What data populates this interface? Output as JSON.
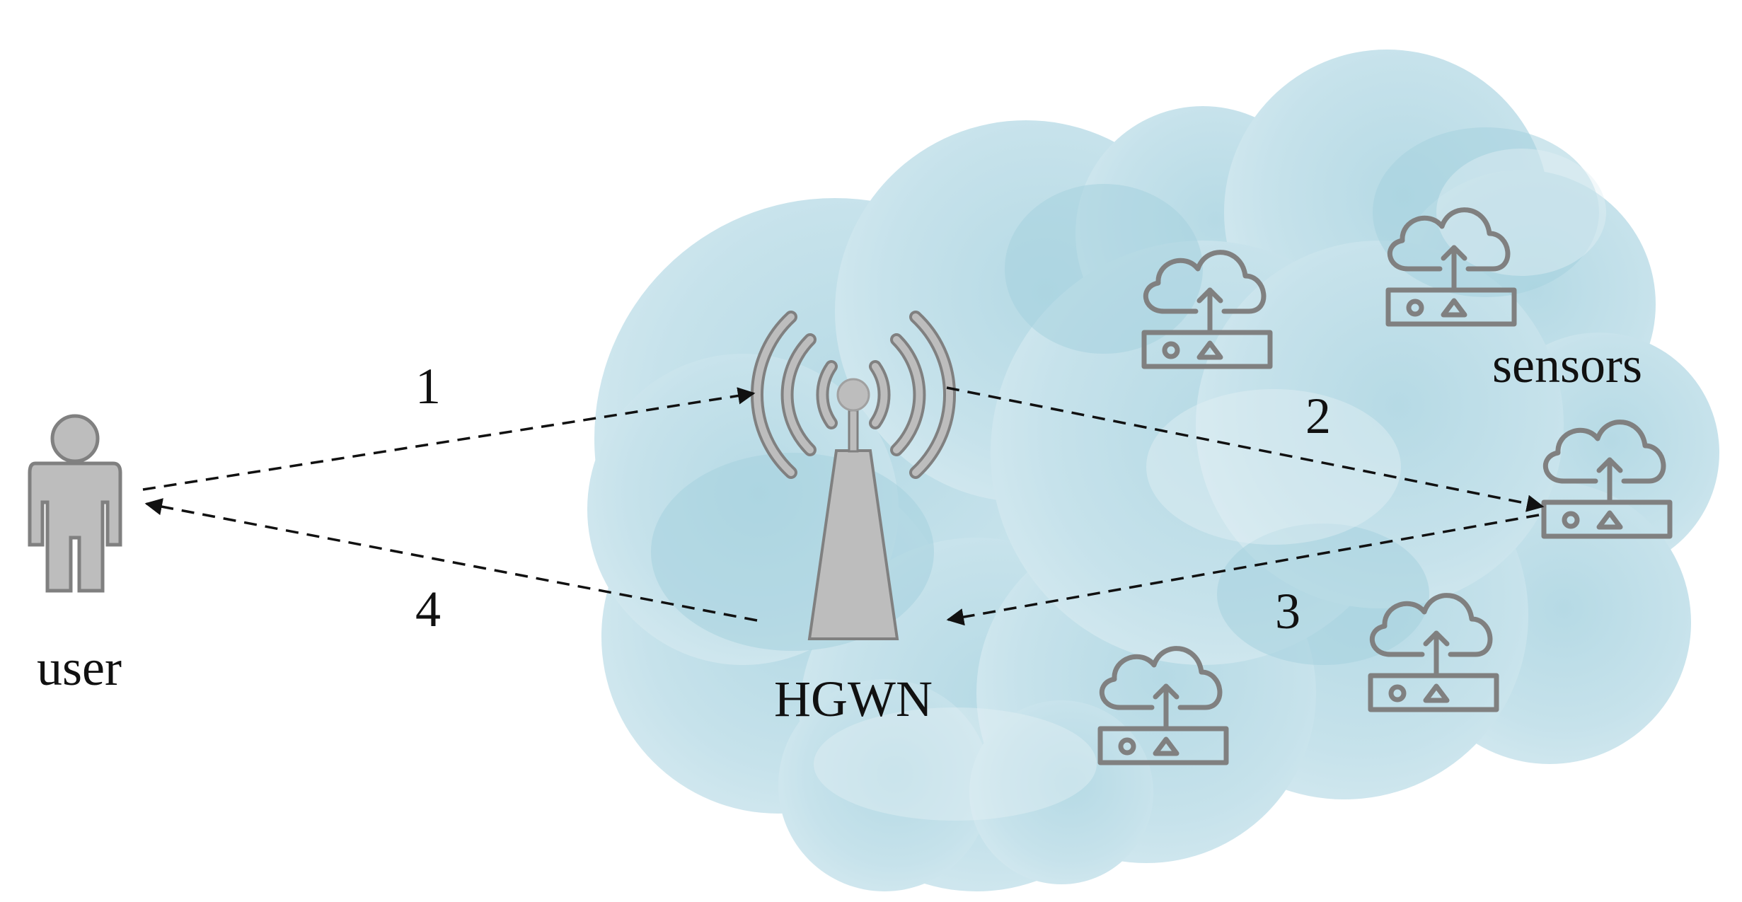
{
  "colors": {
    "cloud_base": "#cfe6ee",
    "cloud_mid": "#b8dbe6",
    "cloud_dark": "#a9d3df",
    "device_gray": "#bdbdbd",
    "device_stroke": "#808080",
    "arrow": "#111111"
  },
  "labels": {
    "user": "user",
    "hgwn": "HGWN",
    "sensors": "sensors"
  },
  "steps": {
    "step1": "1",
    "step2": "2",
    "step3": "3",
    "step4": "4"
  },
  "icons": {
    "user": "user-icon",
    "hgwn": "antenna-tower-icon",
    "sensor": "cloud-upload-sensor-icon"
  }
}
